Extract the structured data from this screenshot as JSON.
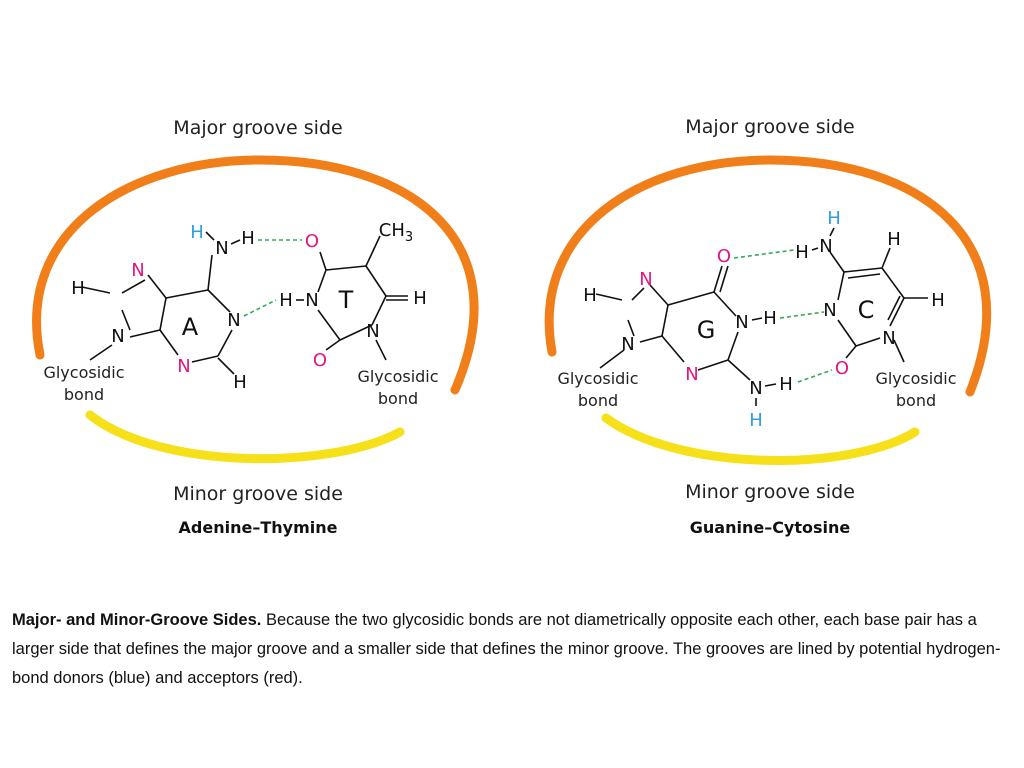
{
  "colors": {
    "donor": "#2f9fe0",
    "acceptor": "#e0187f",
    "major_arc": "#f07f1a",
    "minor_arc": "#f5e01a",
    "hbond": "#33aa55"
  },
  "left": {
    "major_label": "Major groove side",
    "minor_label": "Minor groove side",
    "pair_label": "Adenine–Thymine",
    "base1": "A",
    "base2": "T",
    "methyl": "CH3",
    "glyco1_line1": "Glycosidic",
    "glyco1_line2": "bond",
    "glyco2_line1": "Glycosidic",
    "glyco2_line2": "bond"
  },
  "right": {
    "major_label": "Major groove side",
    "minor_label": "Minor groove side",
    "pair_label": "Guanine–Cytosine",
    "base1": "G",
    "base2": "C",
    "glyco1_line1": "Glycosidic",
    "glyco1_line2": "bond",
    "glyco2_line1": "Glycosidic",
    "glyco2_line2": "bond"
  },
  "atoms": {
    "H": "H",
    "N": "N",
    "O": "O"
  },
  "caption": {
    "title": "Major- and Minor-Groove Sides.",
    "body": " Because the two glycosidic bonds are not diametrically opposite each other, each base pair has a larger side that defines the major groove and a smaller side that defines the minor groove. The grooves are lined by potential hydrogen-bond donors (blue) and acceptors (red)."
  }
}
